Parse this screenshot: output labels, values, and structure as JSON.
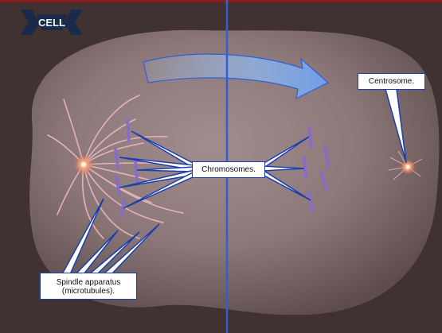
{
  "labels": {
    "centrosome": "Centrosome.",
    "chromosomes": "Chromosomes.",
    "spindle_line1": "Spindle apparatus",
    "spindle_line2": "(microtubules)."
  },
  "logo": {
    "text": "CELL"
  },
  "colors": {
    "background": "#3f3230",
    "cell": "#8e7a7a",
    "divider": "#2f5fd6",
    "callout_border": "#1a3fae",
    "chromosome": "#8a6cc8",
    "microtubule": "#f0b8c0"
  }
}
